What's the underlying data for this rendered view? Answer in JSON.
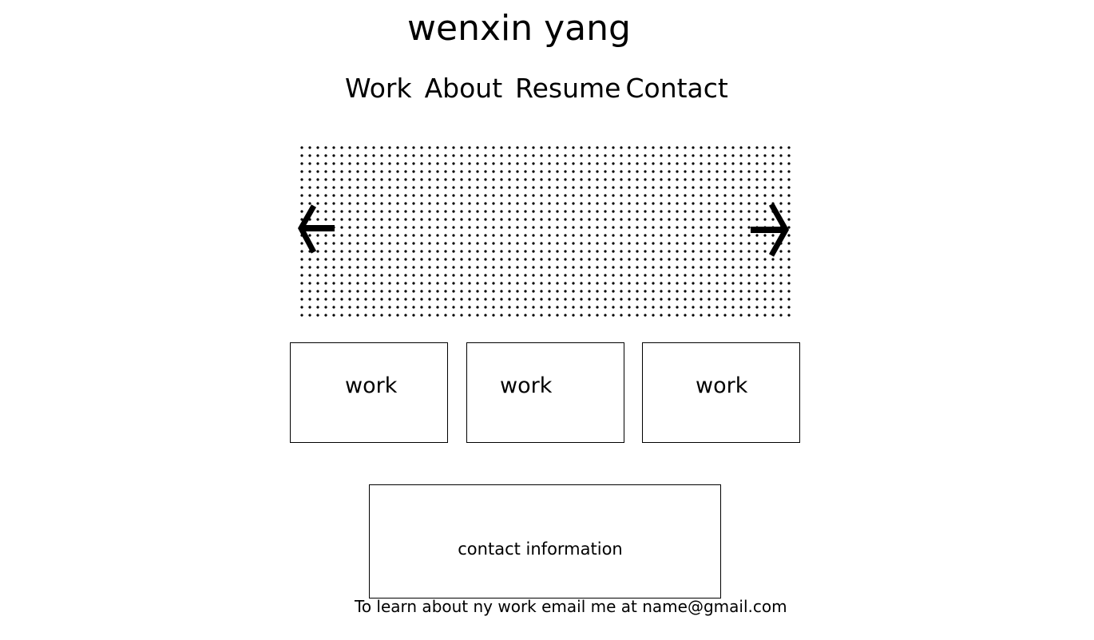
{
  "header": {
    "title": "wenxin yang"
  },
  "nav": {
    "items": [
      {
        "label": "Work"
      },
      {
        "label": "About"
      },
      {
        "label": "Resume"
      },
      {
        "label": "Contact"
      }
    ]
  },
  "slider": {
    "prev_icon": "arrow-left-icon",
    "next_icon": "arrow-right-icon"
  },
  "works": [
    {
      "label": "work"
    },
    {
      "label": "work"
    },
    {
      "label": "work"
    }
  ],
  "contact": {
    "label": "contact information"
  },
  "footer": {
    "text": "To learn about ny work email me at name@gmail.com"
  },
  "colors": {
    "text": "#000000",
    "background": "#ffffff"
  }
}
